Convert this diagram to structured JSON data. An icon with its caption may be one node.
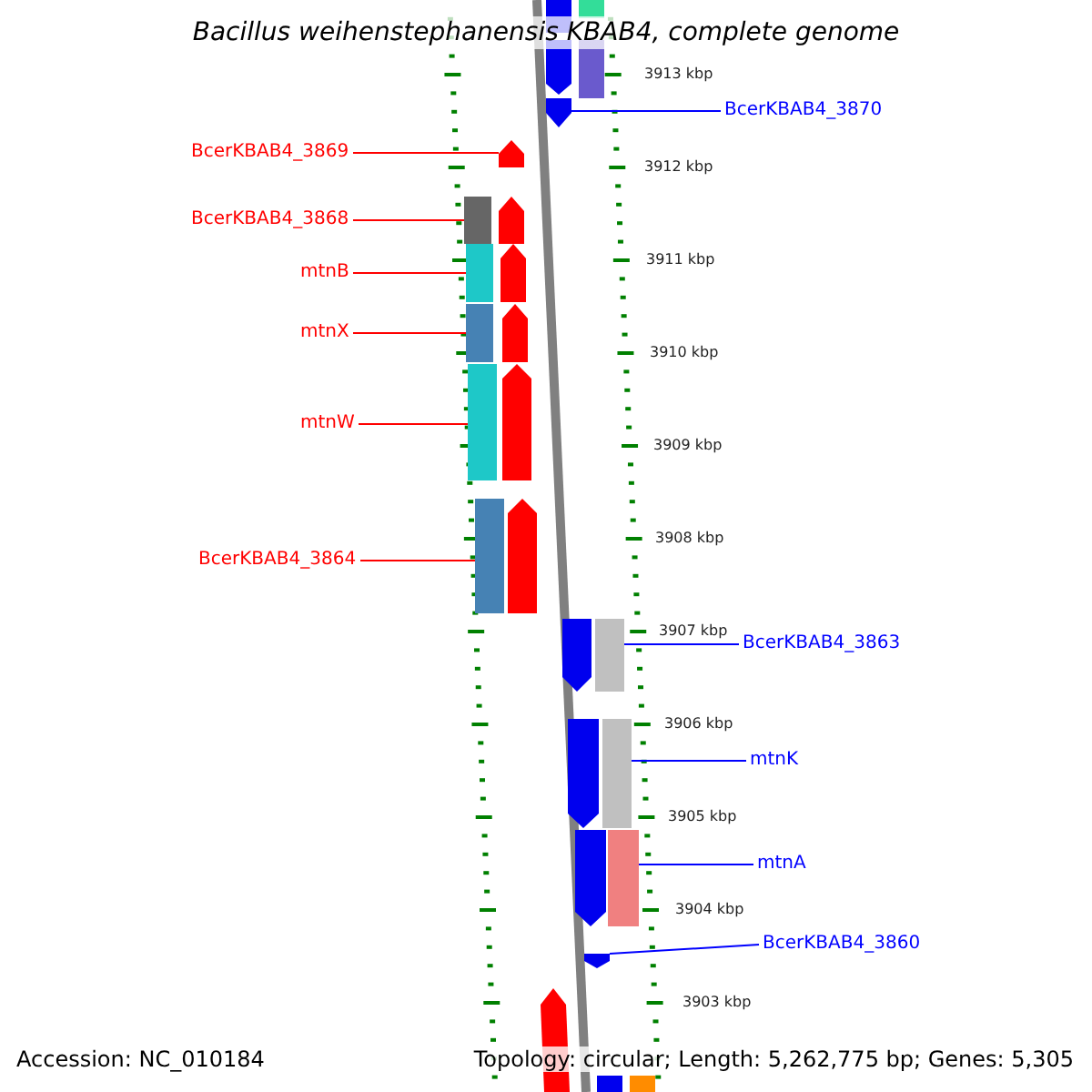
{
  "diagram": {
    "title": "Bacillus weihenstephanensis KBAB4, complete genome",
    "nodes": [
      {
        "text": [
          "BcerKBAB4_3870"
        ]
      },
      {
        "text": [
          "BcerKBAB4_3869"
        ]
      },
      {
        "text": [
          "BcerKBAB4_3868"
        ]
      },
      {
        "text": [
          "mtnB"
        ]
      },
      {
        "text": [
          "mtnX"
        ]
      },
      {
        "text": [
          "mtnW"
        ]
      },
      {
        "text": [
          "BcerKBAB4_3864"
        ]
      },
      {
        "text": [
          "BcerKBAB4_3863"
        ]
      },
      {
        "text": [
          "mtnK"
        ]
      },
      {
        "text": [
          "mtnA"
        ]
      },
      {
        "text": [
          "BcerKBAB4_3860"
        ]
      },
      {
        "text": [],
        "shape": "bar"
      },
      {
        "text": [],
        "shape": "bar"
      },
      {
        "text": [],
        "shape": "bar"
      },
      {
        "text": [],
        "shape": "bar"
      },
      {
        "text": [],
        "shape": "bar"
      },
      {
        "text": [],
        "shape": "bar"
      },
      {
        "text": [],
        "shape": "bar"
      },
      {
        "text": [],
        "shape": "bar"
      },
      {
        "text": [],
        "shape": "bar"
      },
      {
        "text": [],
        "shape": "bar"
      },
      {
        "text": [],
        "shape": "bar"
      }
    ],
    "edges": [
      {
        "from": 0,
        "to": 11,
        "arrow": "none",
        "color": "#0000ff"
      },
      {
        "from": 1,
        "to": 12,
        "arrow": "none"
      },
      {
        "from": 2,
        "to": 13,
        "arrow": "none"
      },
      {
        "from": 3,
        "to": 14,
        "arrow": "none"
      },
      {
        "from": 4,
        "to": 15,
        "arrow": "none"
      },
      {
        "from": 5,
        "to": 16,
        "arrow": "none"
      },
      {
        "from": 6,
        "to": 17,
        "arrow": "none"
      },
      {
        "from": 7,
        "to": 18,
        "arrow": "none",
        "color": "#0000ff"
      },
      {
        "from": 8,
        "to": 19,
        "arrow": "none",
        "color": "#0000ff"
      },
      {
        "from": 9,
        "to": 20,
        "arrow": "none",
        "color": "#0000ff"
      },
      {
        "from": 10,
        "to": 21,
        "arrow": "none",
        "color": "#0000ff"
      }
    ],
    "labels": [
      "3913 kbp",
      "3912 kbp",
      "3911 kbp",
      "3910 kbp",
      "3909 kbp",
      "3908 kbp",
      "3907 kbp",
      "3906 kbp",
      "3905 kbp",
      "3904 kbp",
      "3903 kbp",
      "Accession: NC_010184",
      "Topology: circular; Length: 5,262,775 bp; Genes: 5,305"
    ]
  }
}
